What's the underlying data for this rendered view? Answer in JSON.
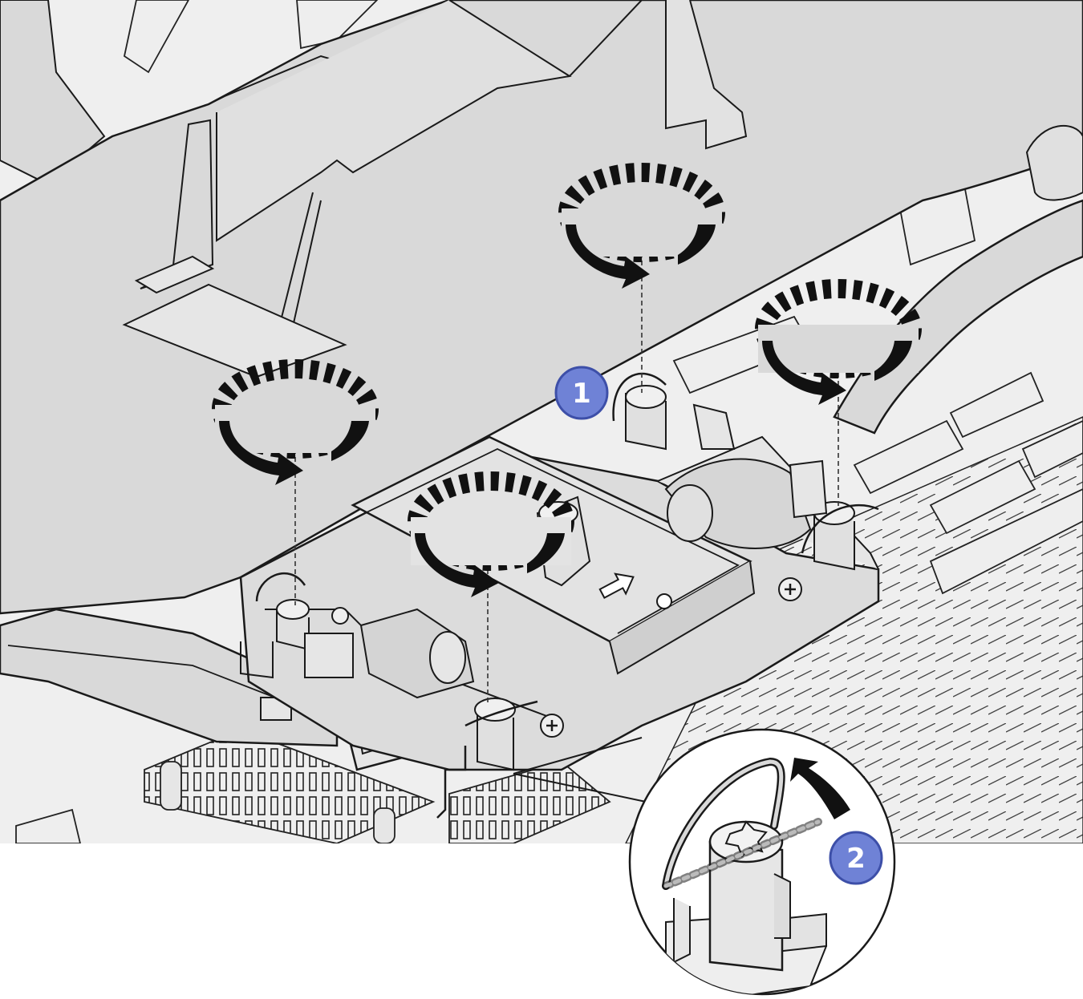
{
  "colors": {
    "background": "#ffffff",
    "part_fill": "#d9d9d9",
    "part_light": "#e6e6e6",
    "board_fill": "#efefef",
    "outline": "#1a1a1a",
    "arrow": "#111111",
    "callout_fill": "#6f82d6",
    "callout_ring": "#3d4fa8",
    "callout_text": "#ffffff"
  },
  "callouts": [
    {
      "number": "1",
      "meaning": "loosen-screws-step"
    },
    {
      "number": "2",
      "meaning": "lift-bail-handle-step"
    }
  ],
  "icons": [
    "rotate-ccw-arrow-icon",
    "lift-arrow-icon",
    "direction-arrow-icon"
  ]
}
